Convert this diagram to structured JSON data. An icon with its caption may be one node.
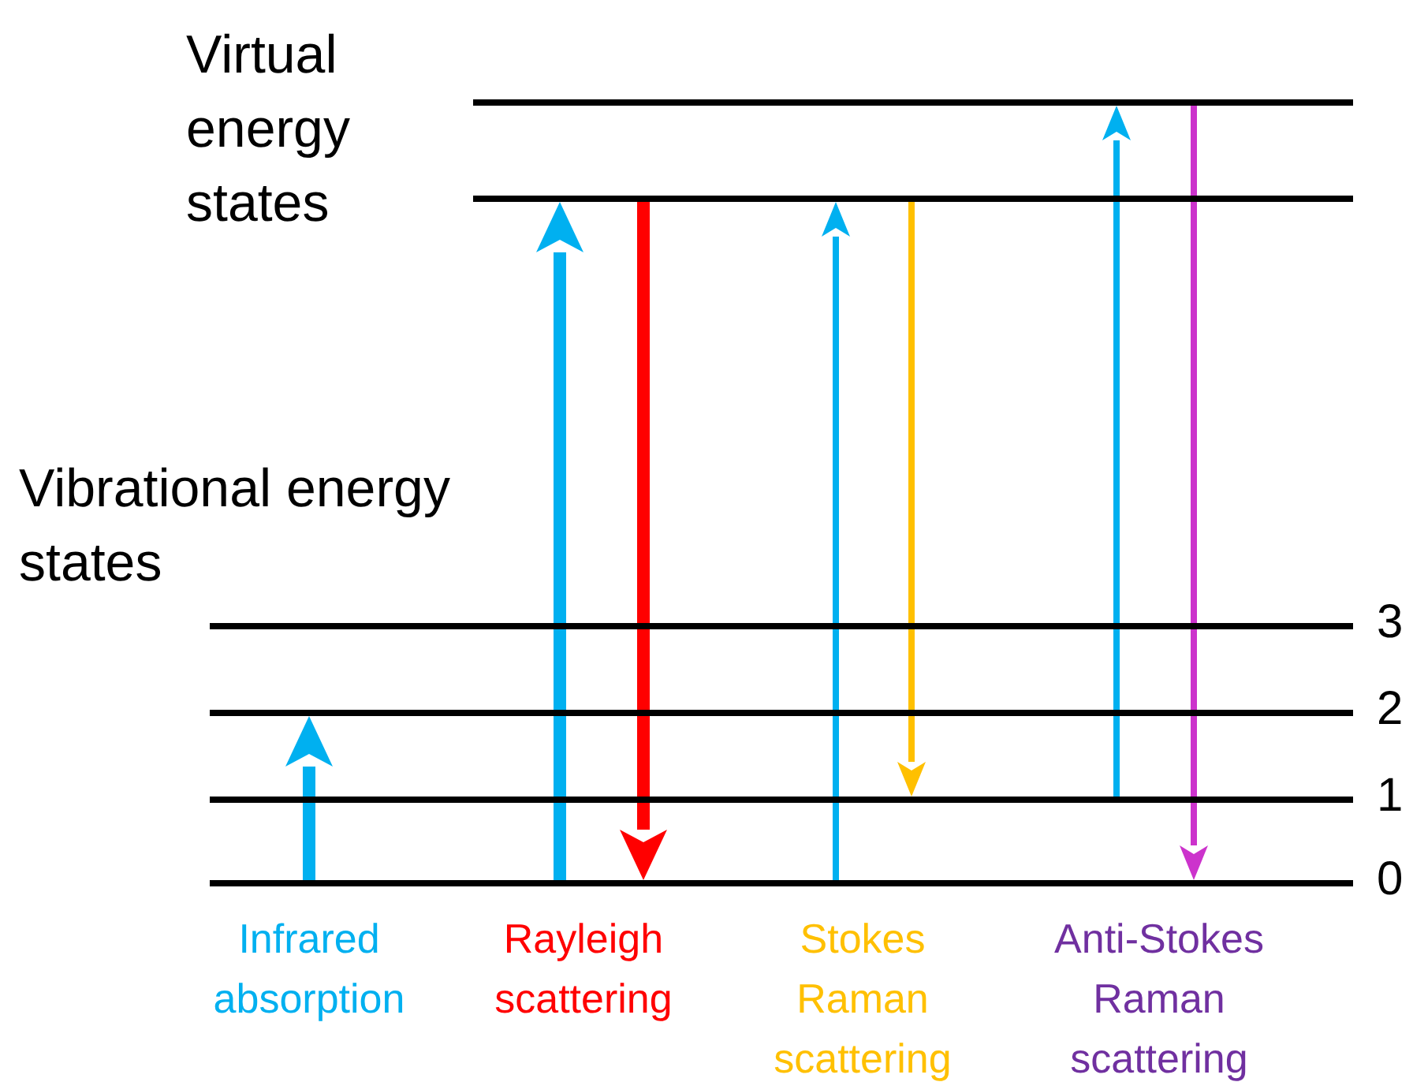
{
  "diagram": {
    "nodes": [
      {
        "text": [],
        "shape": "bar"
      },
      {
        "text": [],
        "shape": "bar"
      },
      {
        "text": [],
        "shape": "bar",
        "beside": [
          "3"
        ]
      },
      {
        "text": [],
        "shape": "bar",
        "beside": [
          "2"
        ]
      },
      {
        "text": [],
        "shape": "bar",
        "beside": [
          "1"
        ]
      },
      {
        "text": [],
        "shape": "bar",
        "beside": [
          "0"
        ]
      }
    ],
    "edges": [
      {
        "from": 5,
        "to": 3,
        "arrow": "to",
        "style": "thick"
      },
      {
        "from": 5,
        "to": 1,
        "arrow": "to",
        "style": "thick"
      },
      {
        "from": 1,
        "to": 5,
        "arrow": "to",
        "style": "thick",
        "color": "#ff0000"
      },
      {
        "from": 5,
        "to": 1,
        "arrow": "to"
      },
      {
        "from": 1,
        "to": 4,
        "arrow": "to",
        "color": "#ffc000"
      },
      {
        "from": 4,
        "to": 0,
        "arrow": "to"
      },
      {
        "from": 0,
        "to": 5,
        "arrow": "to",
        "color": "#cc33cc"
      }
    ],
    "labels": [
      "Virtual energy states",
      "Vibrational energy states",
      "Infrared absorption",
      "Rayleigh scattering",
      "Stokes Raman scattering",
      "Anti-Stokes Raman scattering"
    ]
  }
}
